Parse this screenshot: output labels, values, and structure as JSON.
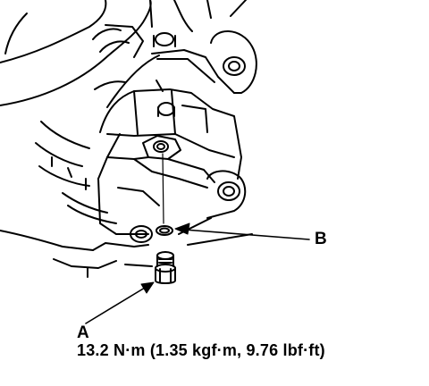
{
  "callouts": {
    "a": "A",
    "b": "B"
  },
  "torque_spec": "13.2 N·m (1.35 kgf·m, 9.76 lbf·ft)",
  "colors": {
    "ink": "#000000",
    "paper": "#ffffff"
  }
}
